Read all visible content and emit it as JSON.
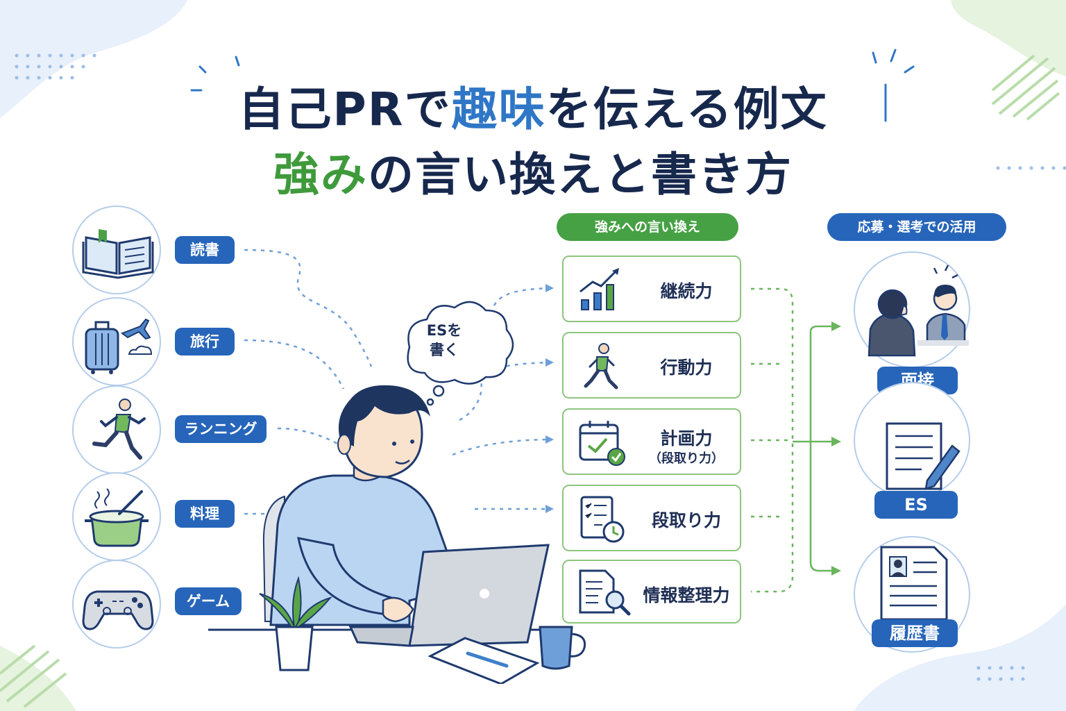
{
  "title": {
    "line1_prefix": "自己PRで",
    "line1_highlight": "趣味",
    "line1_suffix": "を伝える例文",
    "line2_highlight": "強み",
    "line2_suffix": "の言い換えと書き方"
  },
  "hobbies": [
    {
      "label": "読書",
      "icon": "book-icon"
    },
    {
      "label": "旅行",
      "icon": "suitcase-plane-icon"
    },
    {
      "label": "ランニング",
      "icon": "runner-icon"
    },
    {
      "label": "料理",
      "icon": "cooking-pot-icon"
    },
    {
      "label": "ゲーム",
      "icon": "game-controller-icon"
    }
  ],
  "thought_bubble": {
    "line1": "ESを",
    "line2": "書く"
  },
  "strengths_header": "強みへの言い換え",
  "strengths": [
    {
      "label": "継続力",
      "icon": "bar-chart-icon"
    },
    {
      "label": "行動力",
      "icon": "walking-person-icon"
    },
    {
      "label": "計画力",
      "sub": "（段取り力）",
      "icon": "calendar-check-icon"
    },
    {
      "label": "段取り力",
      "icon": "checklist-clock-icon"
    },
    {
      "label": "情報整理力",
      "icon": "document-search-icon"
    }
  ],
  "usage_header": "応募・選考での活用",
  "usages": [
    {
      "label": "面接",
      "icon": "interview-icon"
    },
    {
      "label": "ES",
      "icon": "document-pen-icon"
    },
    {
      "label": "履歴書",
      "icon": "resume-icon"
    }
  ],
  "colors": {
    "navy": "#17284d",
    "blue": "#2f77c6",
    "pill_blue": "#2665ba",
    "green": "#3f9a3c",
    "green_border": "#8dc57e"
  }
}
